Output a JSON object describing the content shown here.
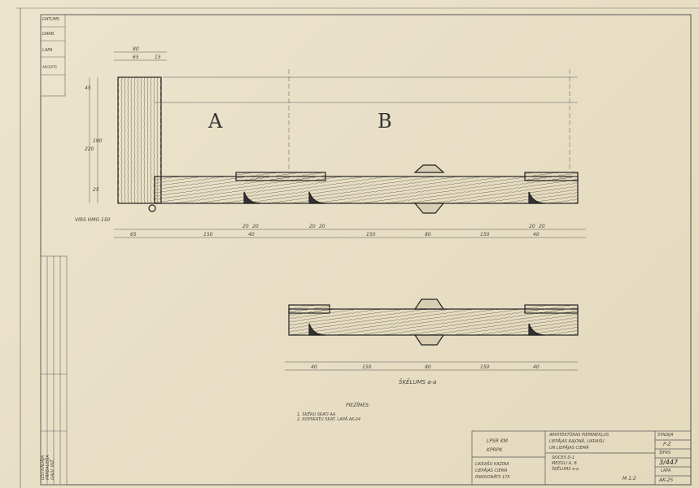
{
  "drawing": {
    "section_labels": [
      "A",
      "B"
    ],
    "upper_dims_top": [
      "80",
      "65",
      "15"
    ],
    "left_dims": [
      "45",
      "220",
      "190",
      "25"
    ],
    "upper_dims_bottom": [
      "65",
      "150",
      "40",
      "150",
      "80",
      "150",
      "40"
    ],
    "small_dims": [
      "20",
      "20",
      "20",
      "20",
      "20",
      "20"
    ],
    "bottom_side_label": "VIRS HMG 150",
    "lower_dims": [
      "40",
      "150",
      "80",
      "150",
      "40"
    ],
    "section_caption": "ŠĶĒLUMS a-a"
  },
  "notes": {
    "title": "PIEZĪMES:",
    "items": [
      "1. SKĒRU SKATI AA",
      "2. KOPSKATU SKAT. LAPĀ AK-24"
    ]
  },
  "title_block": {
    "org": [
      "LPSR KM",
      "KPRPK"
    ],
    "project": [
      "ARHITEKTŪRAS PIEMINEKĻUS",
      "LIEPĀJAS RAJONĀ, LIKRAŠU",
      "UN LIEPĀJAS CIEMĀ"
    ],
    "object": [
      "LIKRAŠU KAZINA",
      "LIEPĀJAS CIEMA",
      "PANSIONĀTS 17K"
    ],
    "sheet_content": [
      "SKICES D-1",
      "MEZGLI A, B",
      "ŠĶĒLUMS a-a"
    ],
    "scale": "M 1:2",
    "stadija_label": "STADIJA",
    "stadija": "P-Z",
    "sifrs_label": "ŠIFRS",
    "sifrs": "3/447",
    "lapa_label": "LAPA",
    "lapa": "AK-25"
  },
  "side_stamp": [
    "DATUMS",
    "DARB.",
    "LAPA",
    "AKCEPTS"
  ],
  "side_signatures": [
    "IZSTRĀDĀJA",
    "PĀRBAUDĪJA",
    "GALV. INŽ."
  ]
}
